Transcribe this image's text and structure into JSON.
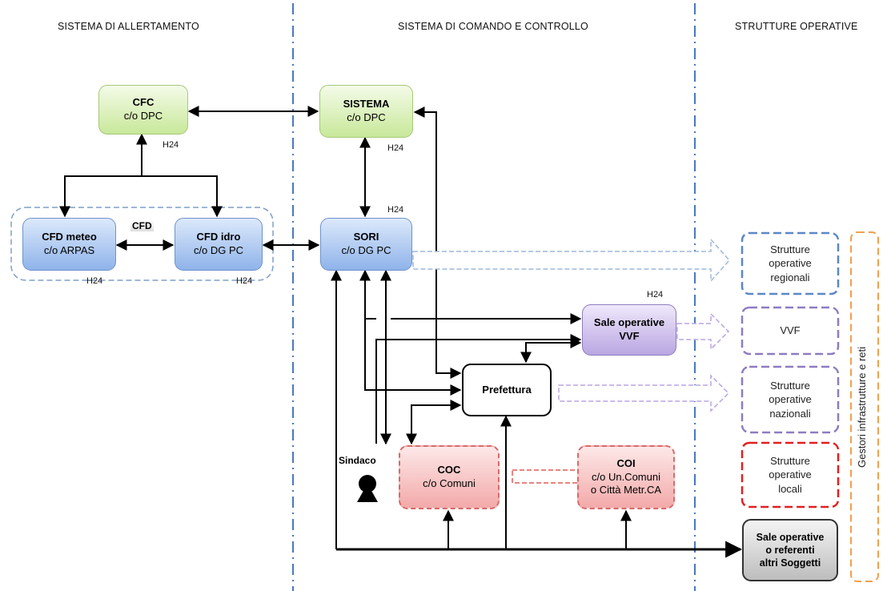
{
  "headers": {
    "allertamento": "SISTEMA DI ALLERTAMENTO",
    "comando": "SISTEMA DI COMANDO E CONTROLLO",
    "strutture": "STRUTTURE OPERATIVE"
  },
  "nodes": {
    "cfc": {
      "title": "CFC",
      "sub": "c/o DPC"
    },
    "sistema": {
      "title": "SISTEMA",
      "sub": "c/o DPC"
    },
    "cfd_group": {
      "label": "CFD"
    },
    "cfd_meteo": {
      "title": "CFD meteo",
      "sub": "c/o ARPAS"
    },
    "cfd_idro": {
      "title": "CFD idro",
      "sub": "c/o DG PC"
    },
    "sori": {
      "title": "SORI",
      "sub": "c/o DG PC"
    },
    "sale_vvf": {
      "line1": "Sale operative",
      "line2": "VVF"
    },
    "prefettura": {
      "title": "Prefettura"
    },
    "sindaco": {
      "label": "Sindaco"
    },
    "coc": {
      "title": "COC",
      "sub": "c/o Comuni"
    },
    "coi": {
      "title": "COI",
      "sub1": "c/o Un.Comuni",
      "sub2": "o Città Metr.CA"
    },
    "sale_altri": {
      "line1": "Sale operative",
      "line2": "o referenti",
      "line3": "altri Soggetti"
    }
  },
  "h24": {
    "cfc": "H24",
    "sistema": "H24",
    "sori": "H24",
    "cfd_meteo": "H24",
    "cfd_idro": "H24",
    "vvf": "H24"
  },
  "operative": {
    "regionali": {
      "l1": "Strutture",
      "l2": "operative",
      "l3": "regionali"
    },
    "vvf": {
      "l1": "VVF"
    },
    "nazionali": {
      "l1": "Strutture",
      "l2": "operative",
      "l3": "nazionali"
    },
    "locali": {
      "l1": "Strutture",
      "l2": "operative",
      "l3": "locali"
    }
  },
  "gestori": "Gestori infrastrutture e reti",
  "colors": {
    "green": "#c8e89a",
    "blue": "#8fb3ea",
    "purple": "#b9a6e2",
    "pink": "#f3a9a9",
    "regionali_border": "#5b87c5",
    "vvf_border": "#8e7cc0",
    "nazionali_border": "#8e7cc0",
    "locali_border": "#e02020",
    "gestori_border": "#f0a050",
    "divider": "#4a78c0"
  },
  "icons": {
    "sindaco": "person-silhouette-icon"
  }
}
